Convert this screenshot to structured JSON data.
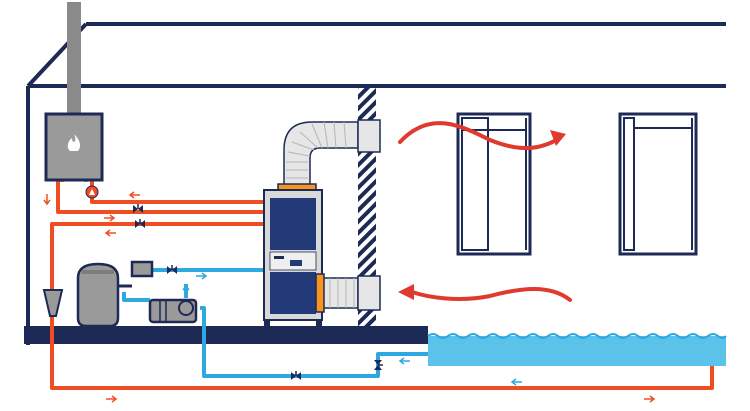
{
  "colors": {
    "navy": "#1d2a55",
    "hot_pipe": "#f04e22",
    "cold_pipe": "#2ea8e0",
    "pool_water": "#5bc3ea",
    "boiler": "#9a9a9a",
    "chimney": "#8a8a8a",
    "unit_body": "#223a78",
    "unit_trim": "#f7931e",
    "arrow_red": "#e03a2f",
    "duct": "#e6e6e6"
  },
  "icons": {
    "flame": "flame-icon",
    "circulator_pump": "circulator-pump-icon",
    "valve": "valve-icon"
  },
  "airflow": [
    "warm-air-supply",
    "return-air"
  ],
  "equipment": [
    "boiler",
    "dehumidifier-unit",
    "sand-filter",
    "pool-pump",
    "pool"
  ]
}
